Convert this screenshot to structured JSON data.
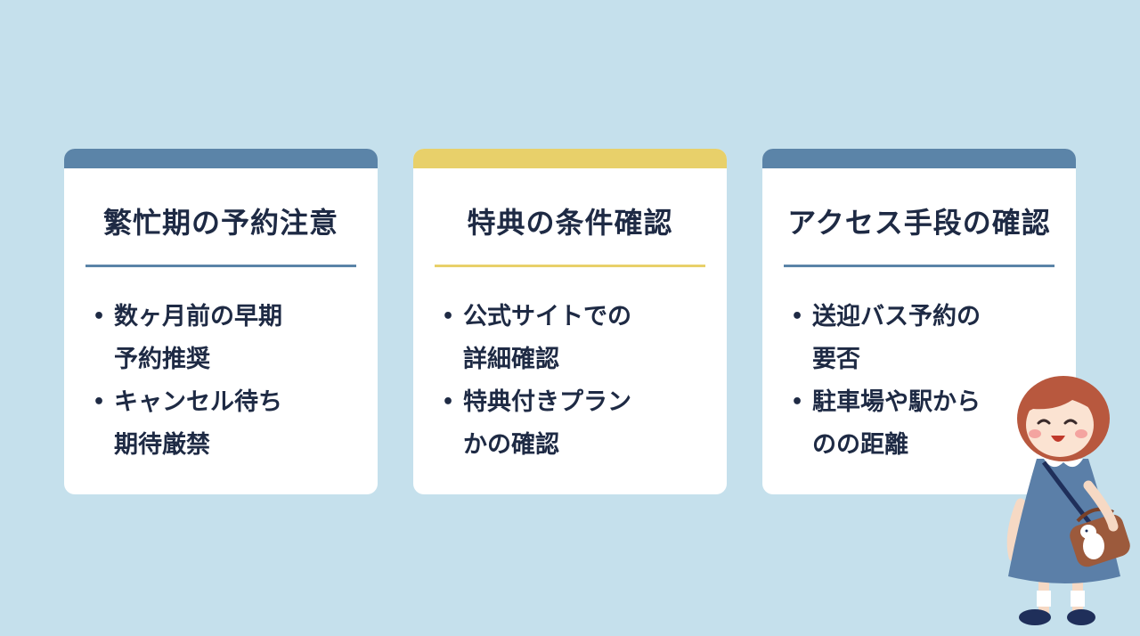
{
  "colors": {
    "background": "#c5e0ec",
    "blue_accent": "#5b84a8",
    "yellow_accent": "#e8d06a",
    "text": "#1e2a44"
  },
  "cards": [
    {
      "accent": "#5b84a8",
      "title": "繁忙期の予約注意",
      "items": [
        {
          "line1": "数ヶ月前の早期",
          "line2": "予約推奨"
        },
        {
          "line1": "キャンセル待ち",
          "line2": "期待厳禁"
        }
      ]
    },
    {
      "accent": "#e8d06a",
      "title": "特典の条件確認",
      "items": [
        {
          "line1": "公式サイトでの",
          "line2": "詳細確認"
        },
        {
          "line1": "特典付きプラン",
          "line2": "かの確認"
        }
      ]
    },
    {
      "accent": "#5b84a8",
      "title": "アクセス手段の確認",
      "items": [
        {
          "line1": "送迎バス予約の",
          "line2": "要否"
        },
        {
          "line1": "駐車場や駅から",
          "line2": "のの距離"
        }
      ]
    }
  ],
  "bullet_glyph": "•",
  "illustration": "girl-with-bag-icon"
}
